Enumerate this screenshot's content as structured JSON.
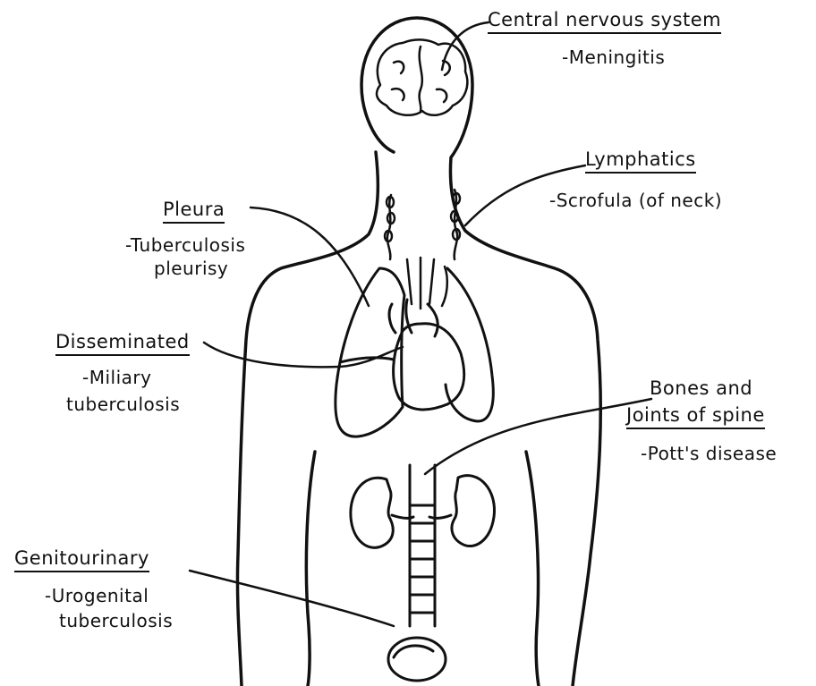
{
  "labels": {
    "cns": {
      "title": "Central nervous system",
      "desc": "-Meningitis"
    },
    "lymphatics": {
      "title": "Lymphatics",
      "desc": "-Scrofula (of neck)"
    },
    "pleura": {
      "title": "Pleura",
      "desc_1": "-Tuberculosis",
      "desc_2": "pleurisy"
    },
    "disseminated": {
      "title": "Disseminated",
      "desc_1": "-Miliary",
      "desc_2": "tuberculosis"
    },
    "bones": {
      "title_1": "Bones and",
      "title_2": "Joints of spine",
      "desc": "-Pott's disease"
    },
    "genitourinary": {
      "title": "Genitourinary",
      "desc_1": "-Urogenital",
      "desc_2": "tuberculosis"
    }
  }
}
